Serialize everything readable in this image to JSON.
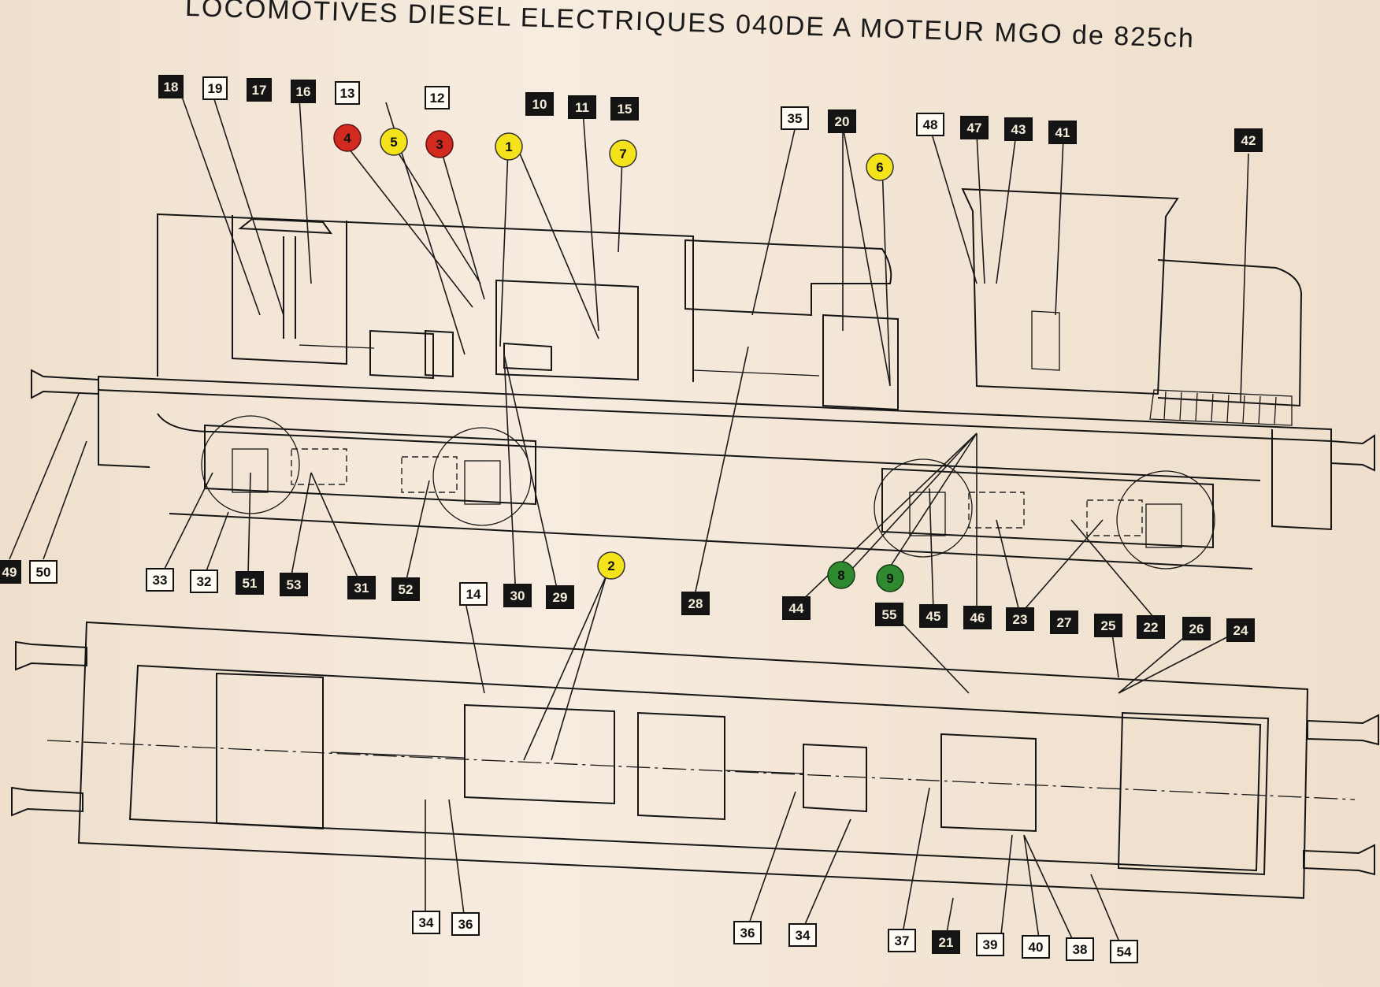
{
  "title": "LOCOMOTIVES DIESEL ELECTRIQUES 040DE A MOTEUR MGO de 825ch",
  "colors": {
    "red": "#d22a1e",
    "yellow": "#f4e21a",
    "green": "#2f8a2f",
    "ink": "#151515",
    "paper": "#f4e7d7"
  },
  "labels_top": [
    {
      "id": "18",
      "style": "dark"
    },
    {
      "id": "19",
      "style": "light"
    },
    {
      "id": "17",
      "style": "dark"
    },
    {
      "id": "16",
      "style": "dark"
    },
    {
      "id": "13",
      "style": "light"
    },
    {
      "id": "12",
      "style": "light"
    },
    {
      "id": "10",
      "style": "dark"
    },
    {
      "id": "11",
      "style": "dark"
    },
    {
      "id": "15",
      "style": "dark"
    },
    {
      "id": "35",
      "style": "light"
    },
    {
      "id": "20",
      "style": "dark"
    },
    {
      "id": "48",
      "style": "light"
    },
    {
      "id": "47",
      "style": "dark"
    },
    {
      "id": "43",
      "style": "dark"
    },
    {
      "id": "41",
      "style": "dark"
    },
    {
      "id": "42",
      "style": "dark"
    }
  ],
  "circle_markers": [
    {
      "id": "4",
      "color": "red"
    },
    {
      "id": "5",
      "color": "yellow"
    },
    {
      "id": "3",
      "color": "red"
    },
    {
      "id": "1",
      "color": "yellow"
    },
    {
      "id": "7",
      "color": "yellow"
    },
    {
      "id": "6",
      "color": "yellow"
    },
    {
      "id": "2",
      "color": "yellow"
    },
    {
      "id": "8",
      "color": "green"
    },
    {
      "id": "9",
      "color": "green"
    }
  ],
  "labels_middle": [
    {
      "id": "49",
      "style": "dark"
    },
    {
      "id": "50",
      "style": "light"
    },
    {
      "id": "33",
      "style": "light"
    },
    {
      "id": "32",
      "style": "light"
    },
    {
      "id": "51",
      "style": "dark"
    },
    {
      "id": "53",
      "style": "dark"
    },
    {
      "id": "31",
      "style": "dark"
    },
    {
      "id": "52",
      "style": "dark"
    },
    {
      "id": "14",
      "style": "light"
    },
    {
      "id": "30",
      "style": "dark"
    },
    {
      "id": "29",
      "style": "dark"
    },
    {
      "id": "28",
      "style": "dark"
    },
    {
      "id": "44",
      "style": "dark"
    },
    {
      "id": "55",
      "style": "dark"
    },
    {
      "id": "45",
      "style": "dark"
    },
    {
      "id": "46",
      "style": "dark"
    },
    {
      "id": "23",
      "style": "dark"
    },
    {
      "id": "27",
      "style": "dark"
    },
    {
      "id": "25",
      "style": "dark"
    },
    {
      "id": "22",
      "style": "dark"
    },
    {
      "id": "26",
      "style": "dark"
    },
    {
      "id": "24",
      "style": "dark"
    }
  ],
  "labels_bottom": [
    {
      "id": "34",
      "style": "light"
    },
    {
      "id": "36",
      "style": "light"
    },
    {
      "id": "36",
      "style": "light"
    },
    {
      "id": "34",
      "style": "light"
    },
    {
      "id": "37",
      "style": "light"
    },
    {
      "id": "21",
      "style": "dark"
    },
    {
      "id": "39",
      "style": "light"
    },
    {
      "id": "40",
      "style": "light"
    },
    {
      "id": "38",
      "style": "light"
    },
    {
      "id": "54",
      "style": "light"
    }
  ]
}
